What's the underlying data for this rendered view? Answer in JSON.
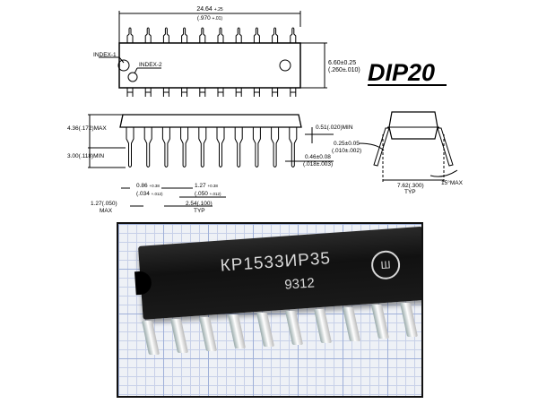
{
  "title": "DIP20",
  "top_view": {
    "length": "24.64",
    "length_tol": "+.25",
    "length_in": "(.970",
    "length_in_tol": "+.01)",
    "width": "6.60±0.25",
    "width_in": "(.260±.010)",
    "index1": "INDEX-1",
    "index2": "INDEX-2"
  },
  "side_view": {
    "height_max": "4.36(.172)MAX",
    "seat_min": "3.00(.118)MIN",
    "stand_off": "0.51(.020)MIN",
    "pin_w1": "0.86",
    "pin_w1_tol": "+0.38",
    "pin_w1_in": "(.034",
    "pin_w1_in_tol": "+.012)",
    "pin_w2": "1.27",
    "pin_w2_tol": "+0.38",
    "pin_w2_in": "(.050",
    "pin_w2_in_tol": "+.012)",
    "end_max": "1.27(.050)",
    "end_max_label": "MAX",
    "pitch": "2.54(.100)",
    "pitch_label": "TYP",
    "lead_w": "0.46±0.08",
    "lead_w_in": "(.018±.003)"
  },
  "end_view": {
    "lead_t": "0.25±0.05",
    "lead_t_in": "(.010±.002)",
    "row_spacing": "7.62(.300)",
    "row_spacing_label": "TYP",
    "angle": "15°MAX"
  },
  "photo": {
    "marking_line1": "КР1533ИР35",
    "marking_line2": "9312",
    "logo": "Ш"
  }
}
